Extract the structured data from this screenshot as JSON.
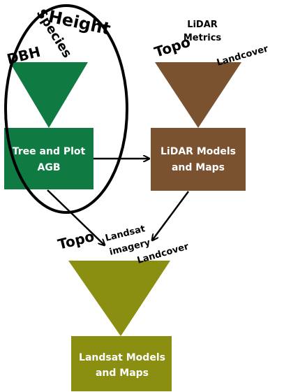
{
  "colors": {
    "tree_plot": "#0f7a42",
    "lidar": "#7a5230",
    "landsat": "#8a8f12",
    "arrow": "#000000",
    "text_dark": "#000000",
    "text_light": "#ffffff"
  },
  "tree_plot": {
    "box_line1": "Tree and Plot",
    "box_line2": "AGB",
    "inputs": {
      "height": "Height",
      "species": "Species",
      "dbh": "DBH"
    }
  },
  "lidar": {
    "box_line1": "LiDAR Models",
    "box_line2": "and Maps",
    "inputs": {
      "metrics_line1": "LiDAR",
      "metrics_line2": "Metrics",
      "topo": "Topo",
      "landcover": "Landcover"
    }
  },
  "landsat": {
    "box_line1": "Landsat Models",
    "box_line2": "and Maps",
    "inputs": {
      "imagery_line1": "Landsat",
      "imagery_line2": "imagery",
      "topo": "Topo",
      "landcover": "Landcover"
    }
  }
}
